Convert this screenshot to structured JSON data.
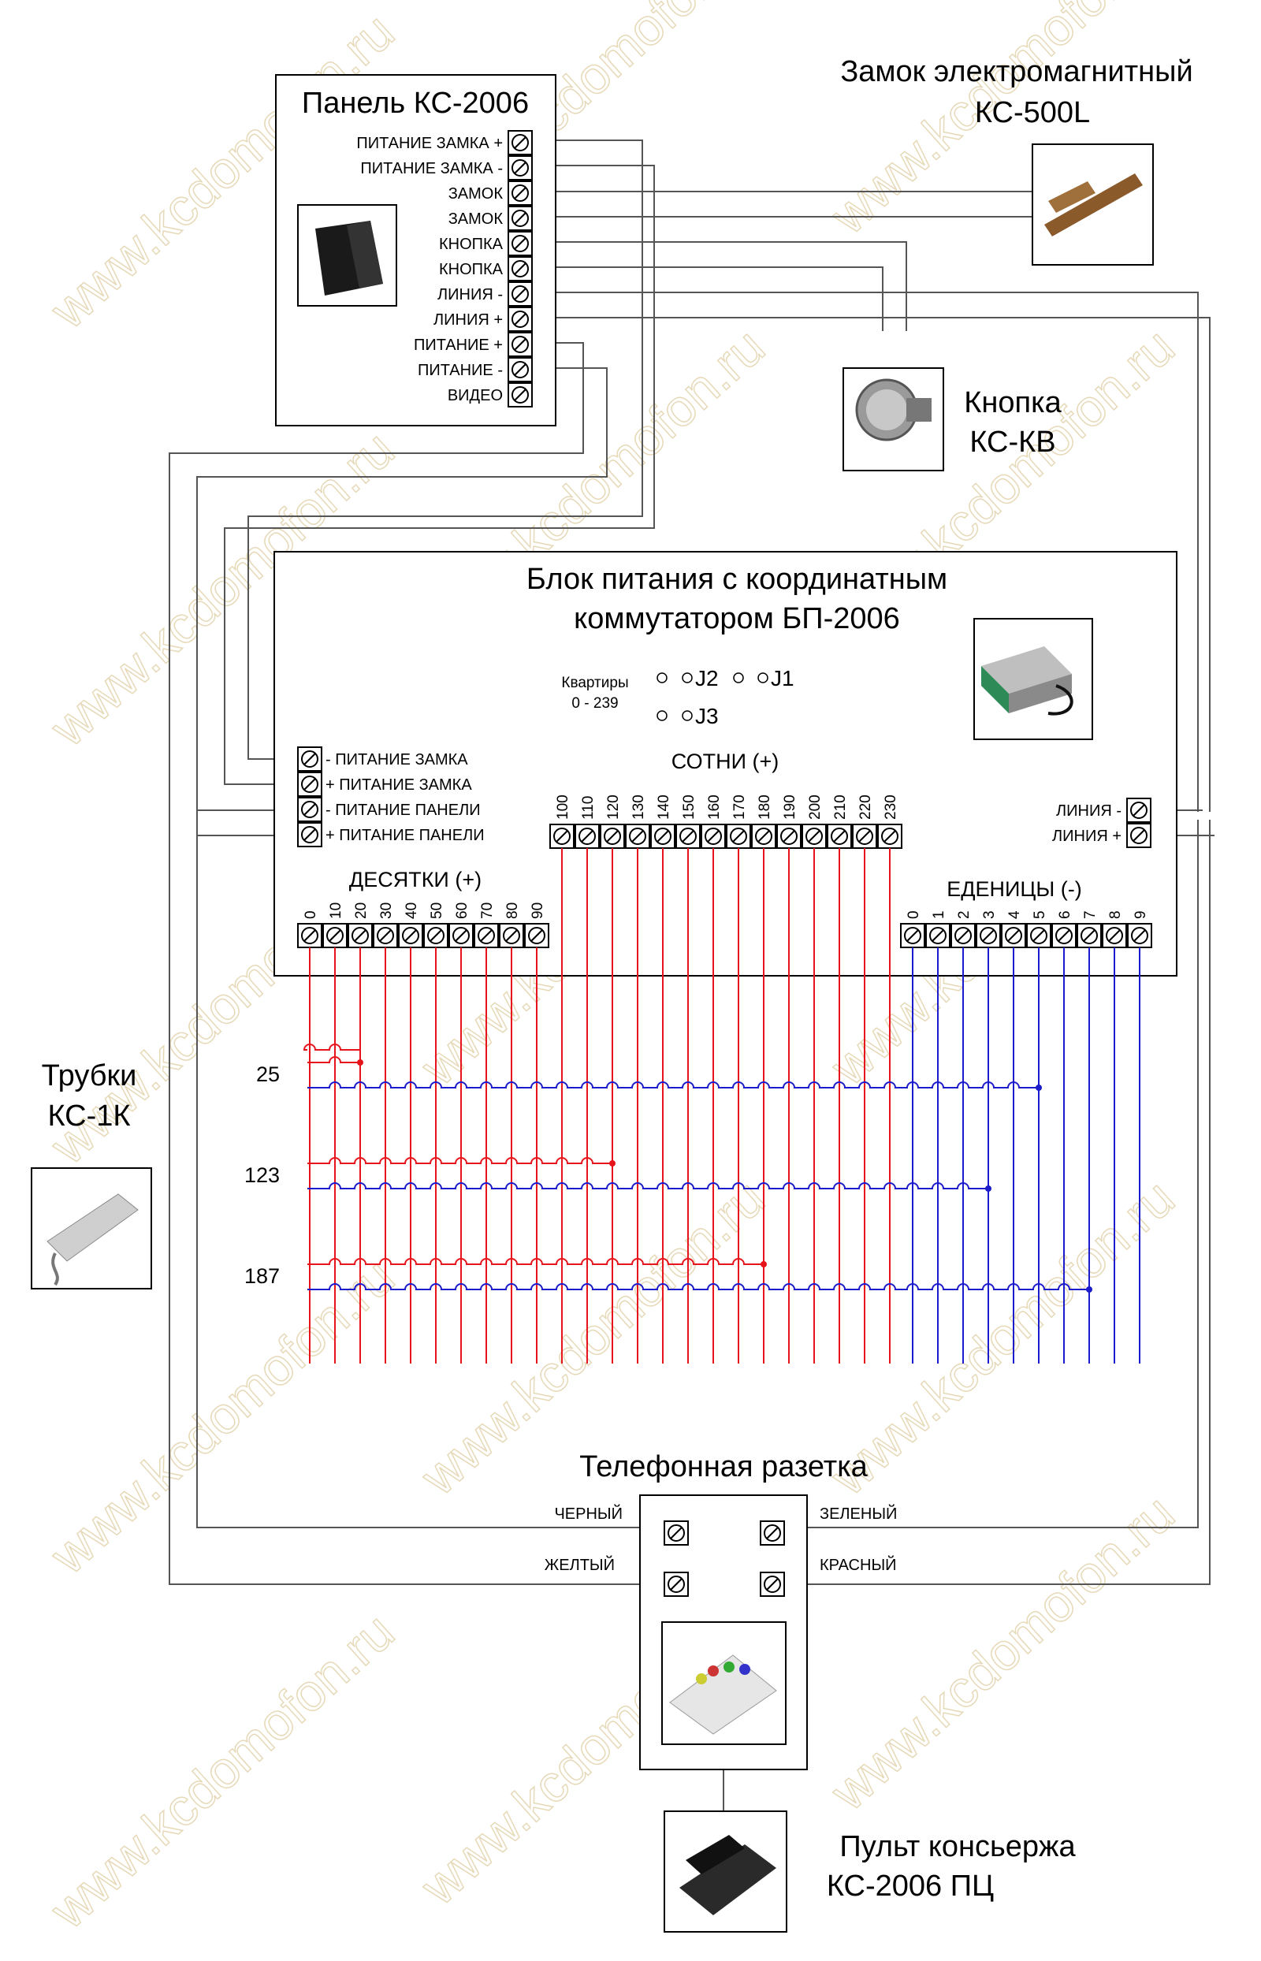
{
  "panel": {
    "title": "Панель КС-2006",
    "terminals": [
      "ПИТАНИЕ ЗАМКА +",
      "ПИТАНИЕ ЗАМКА -",
      "ЗАМОК",
      "ЗАМОК",
      "КНОПКА",
      "КНОПКА",
      "ЛИНИЯ -",
      "ЛИНИЯ +",
      "ПИТАНИЕ +",
      "ПИТАНИЕ -",
      "ВИДЕО"
    ]
  },
  "lock": {
    "title_line1": "Замок электромагнитный",
    "title_line2": "КС-500L"
  },
  "button": {
    "title_line1": "Кнопка",
    "title_line2": "КС-КВ"
  },
  "psu": {
    "title_line1": "Блок питания с координатным",
    "title_line2": "коммутатором БП-2006",
    "apartments_line1": "Квартиры",
    "apartments_line2": "0 - 239",
    "jumpers": [
      "J2",
      "J1",
      "J3"
    ],
    "left_terminals": [
      "- ПИТАНИЕ ЗАМКА",
      "+ ПИТАНИЕ ЗАМКА",
      "- ПИТАНИЕ ПАНЕЛИ",
      "+ ПИТАНИЕ ПАНЕЛИ"
    ],
    "right_terminals": [
      "ЛИНИЯ -",
      "ЛИНИЯ +"
    ],
    "hundreds_label": "СОТНИ (+)",
    "hundreds": [
      "100",
      "110",
      "120",
      "130",
      "140",
      "150",
      "160",
      "170",
      "180",
      "190",
      "200",
      "210",
      "220",
      "230"
    ],
    "tens_label": "ДЕСЯТКИ (+)",
    "tens": [
      "0",
      "10",
      "20",
      "30",
      "40",
      "50",
      "60",
      "70",
      "80",
      "90"
    ],
    "units_label": "ЕДЕНИЦЫ (-)",
    "units": [
      "0",
      "1",
      "2",
      "3",
      "4",
      "5",
      "6",
      "7",
      "8",
      "9"
    ]
  },
  "handsets": {
    "title_line1": "Трубки",
    "title_line2": "КС-1К",
    "apartments": [
      "25",
      "123",
      "187"
    ]
  },
  "socket": {
    "title": "Телефонная разетка",
    "wires": [
      "ЧЕРНЫЙ",
      "ЗЕЛЕНЫЙ",
      "ЖЕЛТЫЙ",
      "КРАСНЫЙ"
    ]
  },
  "console": {
    "title_line1": "Пульт консьержа",
    "title_line2": "КС-2006 ПЦ"
  },
  "watermark": "www.kcdomofon.ru",
  "colors": {
    "tens_hundreds_wire": "#e8141c",
    "units_wire": "#1c1ccc",
    "connector_wire": "#555555"
  }
}
